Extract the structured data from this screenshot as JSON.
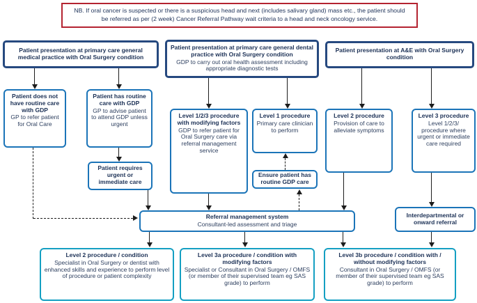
{
  "banner": {
    "text": "NB. If oral cancer is suspected or there is a suspicious head and next (includes salivary gland) mass etc., the patient should be referred as per (2 week) Cancer Referral Pathway wait criteria to a head and neck oncology service."
  },
  "colors": {
    "banner_border": "#b42330",
    "top_box_border": "#26497f",
    "mid_box_border": "#1b74b8",
    "bottom_box_border": "#149fc2",
    "text": "#1d3356",
    "connector": "#1c1c1c"
  },
  "nodes": {
    "medical_top": {
      "title": "Patient presentation at primary care general medical practice with Oral Surgery condition"
    },
    "no_routine": {
      "title": "Patient does not have routine care with GDP",
      "body": "GP to refer patient for Oral Care"
    },
    "has_routine": {
      "title": "Patient has routine care with GDP",
      "body": "GP to advise patient to attend GDP unless urgent"
    },
    "urgent": {
      "title": "Patient requires urgent or immediate care"
    },
    "dental_top": {
      "title": "Patient presentation at primary care general dental practice with Oral Surgery condition",
      "body": "GDP to carry out oral health assessment including appropriate diagnostic tests"
    },
    "level123": {
      "title": "Level 1/2/3 procedure with modifying factors",
      "body": "GDP to refer patient for Oral Surgery care via referral management service"
    },
    "level1": {
      "title": "Level 1 procedure",
      "body": "Primary care clinician to perform"
    },
    "ensure_gdp": {
      "title": "Ensure patient has routine GDP care"
    },
    "ae_top": {
      "title": "Patient presentation at A&E with Oral Surgery condition"
    },
    "level2": {
      "title": "Level 2 procedure",
      "body": "Provision of care to alleviate symptoms"
    },
    "level3": {
      "title": "Level 3 procedure",
      "body": "Level 1/2/3/ procedure where urgent or immediate care required"
    },
    "interdept": {
      "title": "Interdepartmental or onward referral"
    },
    "rms": {
      "title": "Referral management system",
      "body": "Consultant-led assessment and triage"
    },
    "level2_cond": {
      "title": "Level 2 procedure / condition",
      "body": "Specialist in Oral Surgery or dentist with enhanced skills and experience to perform level of procedure or patient complexity"
    },
    "level3a": {
      "title": "Level 3a procedure / condition with modifying factors",
      "body": "Specialist or Consultant in Oral Surgery / OMFS (or member of their supervised team eg SAS grade) to perform"
    },
    "level3b": {
      "title": "Level 3b procedure / condition with / without modifying factors",
      "body": "Consultant in Oral Surgery / OMFS (or member of their supervised team eg SAS grade) to perform"
    }
  }
}
